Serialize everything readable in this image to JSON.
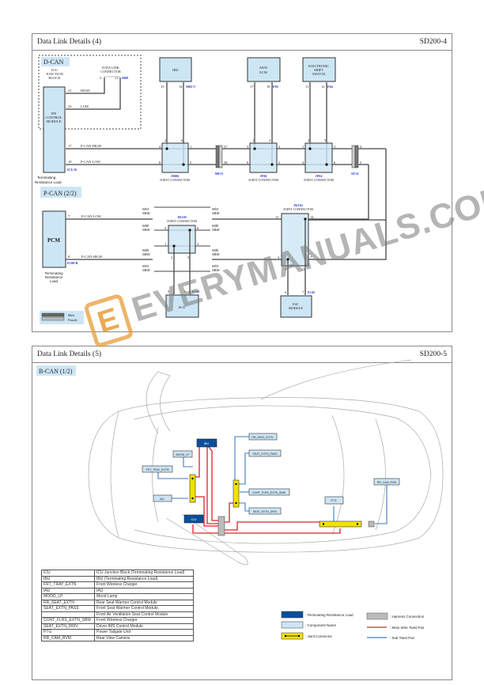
{
  "top": {
    "title": "Data Link Details (4)",
    "code": "SD200-4",
    "dcan": {
      "label": "D-CAN",
      "icu_label": [
        "ICU",
        "JUNCTION",
        "BLOCK"
      ],
      "ips_label": [
        "IPS",
        "CONTROL",
        "MODULE"
      ],
      "dlc_label": [
        "DATA LINK",
        "CONNECTOR"
      ],
      "dlc_pins": [
        "3",
        "11"
      ],
      "dlc_conn": "M69",
      "pins": [
        "21",
        "22"
      ],
      "wires": [
        "HIGH",
        "LOW"
      ]
    },
    "modules": {
      "ibu": {
        "name": "IBU",
        "pins": [
          "15",
          "14"
        ],
        "conn": "M02-C"
      },
      "awd": {
        "name": [
          "AWD",
          "ECM"
        ],
        "pins": [
          "17",
          "18"
        ],
        "conn": "E05"
      },
      "ess": {
        "name": [
          "ELECTRONIC",
          "SHIFT",
          "SWITCH"
        ],
        "pins": [
          "11",
          "12"
        ],
        "conn": "F64"
      }
    },
    "pcan1": {
      "pins": [
        "17",
        "18"
      ],
      "wires": [
        "P-CAN HIGH",
        "P-CAN LOW"
      ],
      "icu_conn": "ICU-B",
      "term_label": [
        "Terminating",
        "Resistance Load"
      ],
      "jm06": {
        "id": "JM06",
        "label": "JOINT CONNECTOR",
        "pins": [
          "2",
          "6",
          "4",
          "1",
          "8",
          "5"
        ]
      },
      "jf06": {
        "id": "JF06",
        "label": "JOINT CONNECTOR",
        "pins": [
          "1",
          "4",
          "3",
          "2",
          "6",
          "5"
        ]
      },
      "jf04": {
        "id": "JF04",
        "label": "JOINT CONNECTOR",
        "pins": [
          "2",
          "5",
          "1",
          "3",
          "4",
          "6"
        ]
      },
      "mf11": {
        "id": "MF11",
        "pins": [
          "37",
          "38"
        ]
      },
      "ef21": {
        "id": "EF21",
        "pins": [
          "4",
          "5"
        ]
      }
    },
    "pcan2": {
      "label": "P-CAN (2/2)",
      "pcm": "PCM",
      "pins": [
        "7",
        "8"
      ],
      "wires": [
        "P-CAN LOW",
        "P-CAN HIGH"
      ],
      "pcm_conn": "E100-B",
      "term_label": [
        "Terminating",
        "Resistance",
        "Load"
      ],
      "option_wo": [
        "W/O",
        "SBW"
      ],
      "option_w": [
        "With",
        "SBW"
      ],
      "jk105": {
        "id": "JK105",
        "label": "JOINT CONNECTOR",
        "pins": [
          "4",
          "6",
          "1",
          "3",
          "2",
          "5"
        ]
      },
      "jk102": {
        "id": "JK102",
        "label": "JOINT CONNECTOR",
        "pins": [
          "11",
          "14",
          "4",
          "7",
          "6",
          "12"
        ]
      },
      "scu": {
        "name": "SCU",
        "pins": [
          "5",
          "6"
        ],
        "conn": "E148"
      },
      "esc": {
        "name": [
          "ESC",
          "MODULE"
        ],
        "pins": [
          "6",
          "7"
        ],
        "conn": "E142"
      }
    },
    "legend": {
      "male": "Male",
      "female": "Female"
    }
  },
  "bottom": {
    "title": "Data Link Details (5)",
    "code": "SD200-5",
    "label": "B-CAN (1/2)",
    "components": {
      "ibu": "IBU",
      "icu": "ICU",
      "mood": "MOOD_LP",
      "frt_tray": "FRT_TRAY_EXTN",
      "iau": "IAU",
      "rr_seat": "RR_SEAT_EXTN",
      "seat_pass": "SEAT_EXTN_PASS",
      "cont_sbw": "CONT_FLRS_EXTN_SBW",
      "seat_driv": "SEAT_EXTN_DRIV",
      "ptg": "PTG",
      "rr_cam": "RR_CAM_RVM"
    },
    "table": [
      [
        "ICU",
        "ICU Junction Block (Terminating Resistance Load)"
      ],
      [
        "IBU",
        "IBU (Terminating Resistance Load)"
      ],
      [
        "FRT_TRAY_EXTN",
        "Front Wireless Charger"
      ],
      [
        "IAU",
        "IAU"
      ],
      [
        "MOOD_LP",
        "Mood Lamp"
      ],
      [
        "RR_SEAT_EXTN",
        "Rear Seat Warmer Control Module"
      ],
      [
        "SEAT_EXTN_PASS",
        "Front Seat Warmer Control Module,"
      ],
      [
        "",
        "Front Air Ventilation Seat Control Module"
      ],
      [
        "CONT_FLRS_EXTN_SBW",
        "Front Wireless Charger"
      ],
      [
        "SEAT_EXTN_DRIV",
        "Driver IMS Control Module"
      ],
      [
        "PTG",
        "Power Tailgate Unit"
      ],
      [
        "RR_CAM_RVM",
        "Rear View Camera"
      ]
    ],
    "legend": {
      "term": ": Terminating Resistance Load",
      "comp": ": Component Name",
      "joint": ": Joint Connector",
      "harness": ": Harness Connection",
      "main": ": Main Wire Twist Pair",
      "sub": ": Sub Twist Pair"
    }
  },
  "watermark": "EVERYMANUALS.COM",
  "colors": {
    "box": "#cde6f5",
    "term": "#0b4f9c",
    "joint": "#f2e200",
    "main_wire": "#e0202a",
    "sub_wire": "#3a7fc0"
  }
}
